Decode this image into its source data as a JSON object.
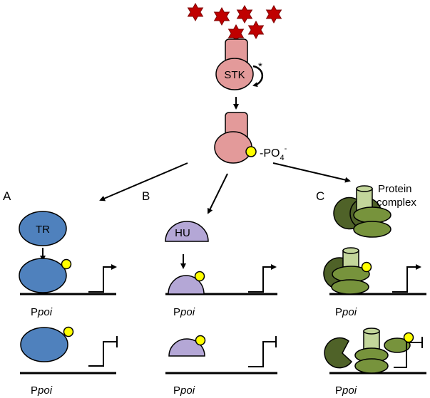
{
  "diagram": {
    "kinase_label": "STK",
    "autophosphorylation_mark": "*",
    "phosphate_label": "-PO",
    "phosphate_sub": "4",
    "phosphate_sup": "-",
    "panels": [
      {
        "letter": "A",
        "factor_label": "TR",
        "promoter_prefix": "P",
        "promoter_italic": "poi"
      },
      {
        "letter": "B",
        "factor_label": "HU",
        "promoter_prefix": "P",
        "promoter_italic": "poi"
      },
      {
        "letter": "C",
        "complex_label_line1": "Protein",
        "complex_label_line2": "complex",
        "promoter_prefix": "P",
        "promoter_italic": "poi"
      }
    ],
    "colors": {
      "star": "#c00000",
      "kinase": "#e39a9a",
      "phosphate": "#ffff00",
      "tr_protein": "#4f81bd",
      "hu_protein": "#b4a7d6",
      "complex_dark": "#4f6228",
      "complex_mid": "#77933c",
      "complex_light": "#c3d69b"
    },
    "icons": [
      "star-icon",
      "curved-arrow-icon",
      "phosphate-icon",
      "transcription-start-arrow-icon",
      "transcription-block-icon"
    ]
  }
}
